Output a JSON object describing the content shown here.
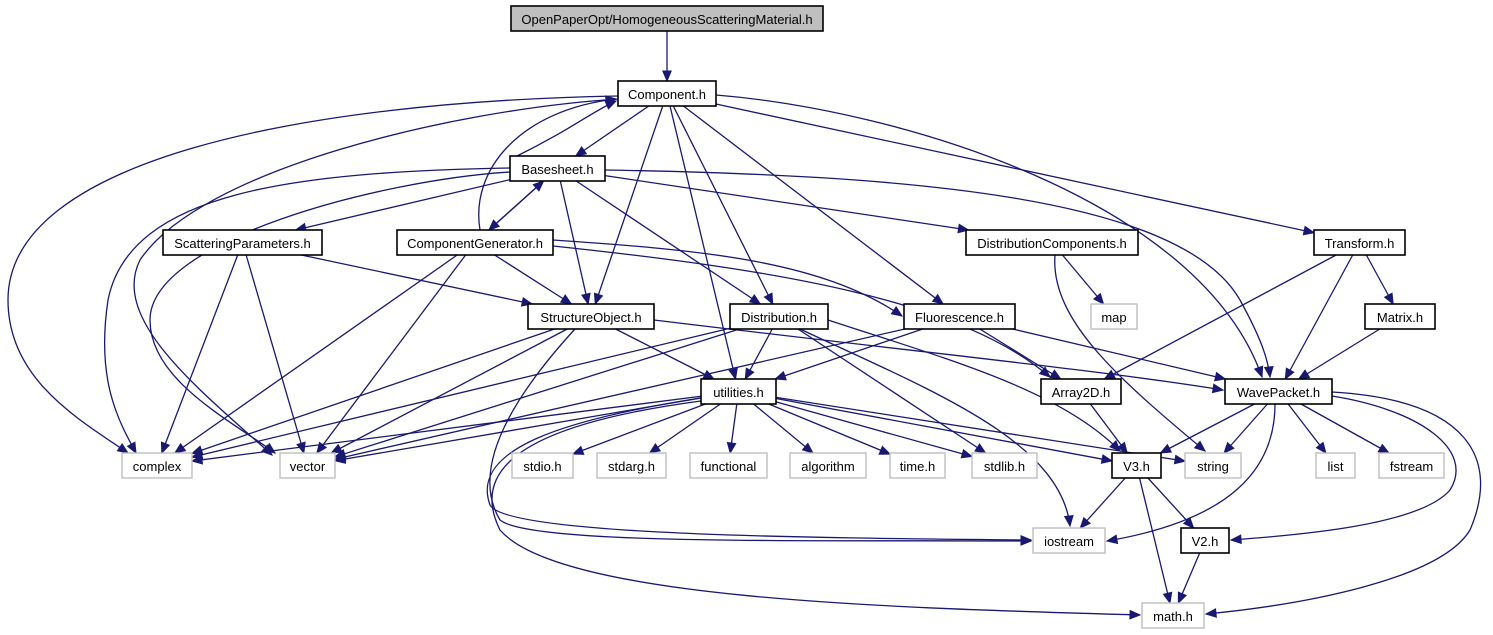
{
  "title": "OpenPaperOpt/HomogeneousScatteringMaterial.h",
  "colors": {
    "edge": "#191970",
    "root_fill": "#bfbfbf",
    "internal_border": "#000000",
    "external_border": "#bfbfbf",
    "background": "#ffffff"
  },
  "nodes": [
    {
      "id": "root",
      "label": "OpenPaperOpt/HomogeneousScatteringMaterial.h",
      "kind": "root"
    },
    {
      "id": "component",
      "label": "Component.h",
      "kind": "internal"
    },
    {
      "id": "basesheet",
      "label": "Basesheet.h",
      "kind": "internal"
    },
    {
      "id": "scatparams",
      "label": "ScatteringParameters.h",
      "kind": "internal"
    },
    {
      "id": "compgen",
      "label": "ComponentGenerator.h",
      "kind": "internal"
    },
    {
      "id": "distcomp",
      "label": "DistributionComponents.h",
      "kind": "internal"
    },
    {
      "id": "transform",
      "label": "Transform.h",
      "kind": "internal"
    },
    {
      "id": "structobj",
      "label": "StructureObject.h",
      "kind": "internal"
    },
    {
      "id": "distribution",
      "label": "Distribution.h",
      "kind": "internal"
    },
    {
      "id": "fluorescence",
      "label": "Fluorescence.h",
      "kind": "internal"
    },
    {
      "id": "map",
      "label": "map",
      "kind": "external"
    },
    {
      "id": "matrix",
      "label": "Matrix.h",
      "kind": "internal"
    },
    {
      "id": "utilities",
      "label": "utilities.h",
      "kind": "internal"
    },
    {
      "id": "array2d",
      "label": "Array2D.h",
      "kind": "internal"
    },
    {
      "id": "wavepacket",
      "label": "WavePacket.h",
      "kind": "internal"
    },
    {
      "id": "complex",
      "label": "complex",
      "kind": "external"
    },
    {
      "id": "vector",
      "label": "vector",
      "kind": "external"
    },
    {
      "id": "stdio",
      "label": "stdio.h",
      "kind": "external"
    },
    {
      "id": "stdarg",
      "label": "stdarg.h",
      "kind": "external"
    },
    {
      "id": "functional",
      "label": "functional",
      "kind": "external"
    },
    {
      "id": "algorithm",
      "label": "algorithm",
      "kind": "external"
    },
    {
      "id": "time",
      "label": "time.h",
      "kind": "external"
    },
    {
      "id": "stdlib",
      "label": "stdlib.h",
      "kind": "external"
    },
    {
      "id": "v3",
      "label": "V3.h",
      "kind": "internal"
    },
    {
      "id": "string",
      "label": "string",
      "kind": "external"
    },
    {
      "id": "list",
      "label": "list",
      "kind": "external"
    },
    {
      "id": "fstream",
      "label": "fstream",
      "kind": "external"
    },
    {
      "id": "iostream",
      "label": "iostream",
      "kind": "external"
    },
    {
      "id": "v2",
      "label": "V2.h",
      "kind": "internal"
    },
    {
      "id": "math",
      "label": "math.h",
      "kind": "external"
    }
  ],
  "edges": [
    [
      "root",
      "component"
    ],
    [
      "component",
      "basesheet"
    ],
    [
      "component",
      "structobj"
    ],
    [
      "component",
      "distribution"
    ],
    [
      "component",
      "fluorescence"
    ],
    [
      "component",
      "utilities"
    ],
    [
      "component",
      "wavepacket"
    ],
    [
      "component",
      "transform"
    ],
    [
      "component",
      "complex"
    ],
    [
      "component",
      "vector"
    ],
    [
      "basesheet",
      "component"
    ],
    [
      "basesheet",
      "scatparams"
    ],
    [
      "basesheet",
      "compgen"
    ],
    [
      "basesheet",
      "distcomp"
    ],
    [
      "basesheet",
      "structobj"
    ],
    [
      "basesheet",
      "distribution"
    ],
    [
      "basesheet",
      "wavepacket"
    ],
    [
      "basesheet",
      "complex"
    ],
    [
      "basesheet",
      "vector"
    ],
    [
      "compgen",
      "component"
    ],
    [
      "compgen",
      "basesheet"
    ],
    [
      "compgen",
      "structobj"
    ],
    [
      "compgen",
      "fluorescence"
    ],
    [
      "compgen",
      "array2d"
    ],
    [
      "compgen",
      "complex"
    ],
    [
      "compgen",
      "vector"
    ],
    [
      "scatparams",
      "structobj"
    ],
    [
      "scatparams",
      "complex"
    ],
    [
      "scatparams",
      "vector"
    ],
    [
      "distcomp",
      "map"
    ],
    [
      "distcomp",
      "string"
    ],
    [
      "transform",
      "wavepacket"
    ],
    [
      "transform",
      "matrix"
    ],
    [
      "transform",
      "array2d"
    ],
    [
      "matrix",
      "wavepacket"
    ],
    [
      "structobj",
      "utilities"
    ],
    [
      "structobj",
      "wavepacket"
    ],
    [
      "structobj",
      "complex"
    ],
    [
      "structobj",
      "vector"
    ],
    [
      "structobj",
      "iostream"
    ],
    [
      "distribution",
      "utilities"
    ],
    [
      "distribution",
      "complex"
    ],
    [
      "distribution",
      "vector"
    ],
    [
      "distribution",
      "stdlib"
    ],
    [
      "distribution",
      "v3"
    ],
    [
      "distribution",
      "iostream"
    ],
    [
      "fluorescence",
      "utilities"
    ],
    [
      "fluorescence",
      "array2d"
    ],
    [
      "fluorescence",
      "wavepacket"
    ],
    [
      "fluorescence",
      "vector"
    ],
    [
      "utilities",
      "complex"
    ],
    [
      "utilities",
      "vector"
    ],
    [
      "utilities",
      "stdio"
    ],
    [
      "utilities",
      "stdarg"
    ],
    [
      "utilities",
      "functional"
    ],
    [
      "utilities",
      "algorithm"
    ],
    [
      "utilities",
      "time"
    ],
    [
      "utilities",
      "stdlib"
    ],
    [
      "utilities",
      "v3"
    ],
    [
      "utilities",
      "string"
    ],
    [
      "utilities",
      "iostream"
    ],
    [
      "utilities",
      "math"
    ],
    [
      "array2d",
      "v3"
    ],
    [
      "wavepacket",
      "v3"
    ],
    [
      "wavepacket",
      "string"
    ],
    [
      "wavepacket",
      "list"
    ],
    [
      "wavepacket",
      "fstream"
    ],
    [
      "wavepacket",
      "iostream"
    ],
    [
      "wavepacket",
      "v2"
    ],
    [
      "wavepacket",
      "math"
    ],
    [
      "v3",
      "iostream"
    ],
    [
      "v3",
      "v2"
    ],
    [
      "v3",
      "math"
    ],
    [
      "v2",
      "math"
    ]
  ]
}
